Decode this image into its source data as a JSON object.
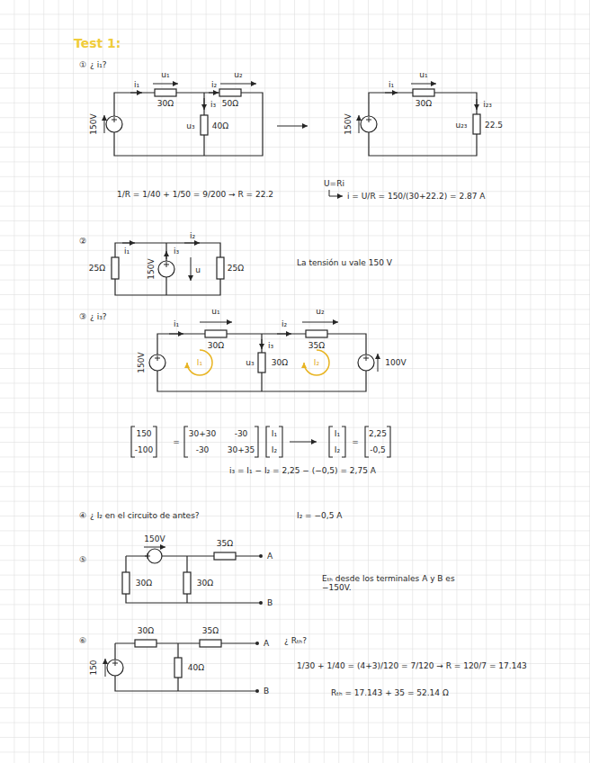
{
  "diagram": {
    "title": "Test 1:",
    "labels": [
      "①",
      "¿ i₁?",
      "u₁",
      "u₂",
      "i₁",
      "i₂",
      "30Ω",
      "50Ω",
      "i₃",
      "u₃",
      "40Ω",
      "150V",
      "u₁",
      "i₁",
      "30Ω",
      "i₂₃",
      "u₂₃",
      "22.5",
      "150V",
      "1/R = 1/40 + 1/50 = 9/200 → R = 22.2",
      "U=Ri",
      "i = U/R = 150/(30+22.2) = 2.87 A",
      "②",
      "i₁",
      "i₃",
      "i₂",
      "25Ω",
      "150V",
      "u",
      "25Ω",
      "La tensión u vale 150 V",
      "③",
      "¿ i₃?",
      "i₁",
      "u₁",
      "i₂",
      "u₂",
      "30Ω",
      "35Ω",
      "i₃",
      "u₃",
      "30Ω",
      "I₁",
      "I₂",
      "150V",
      "100V",
      "150",
      "-100",
      "=",
      "30+30",
      "-30",
      "-30",
      "30+35",
      "I₁",
      "I₂",
      "I₁",
      "I₂",
      "=",
      "2,25",
      "-0,5",
      "i₃ = I₁ − I₂ = 2,25 − (−0,5) = 2,75 A",
      "④",
      "¿ I₂ en el circuito de antes?",
      "I₂ = −0,5 A",
      "⑤",
      "150V",
      "35Ω",
      "30Ω",
      "30Ω",
      "A",
      "B",
      "Eₜₕ desde los terminales A y B es −150V.",
      "⑥",
      "30Ω",
      "35Ω",
      "150",
      "40Ω",
      "A",
      "B",
      "¿ Rₜₕ?",
      "1/30 + 1/40 = (4+3)/120 = 7/120 → R = 120/7 = 17.143",
      "Rₜₕ = 17.143 + 35 = 52.14 Ω"
    ]
  }
}
